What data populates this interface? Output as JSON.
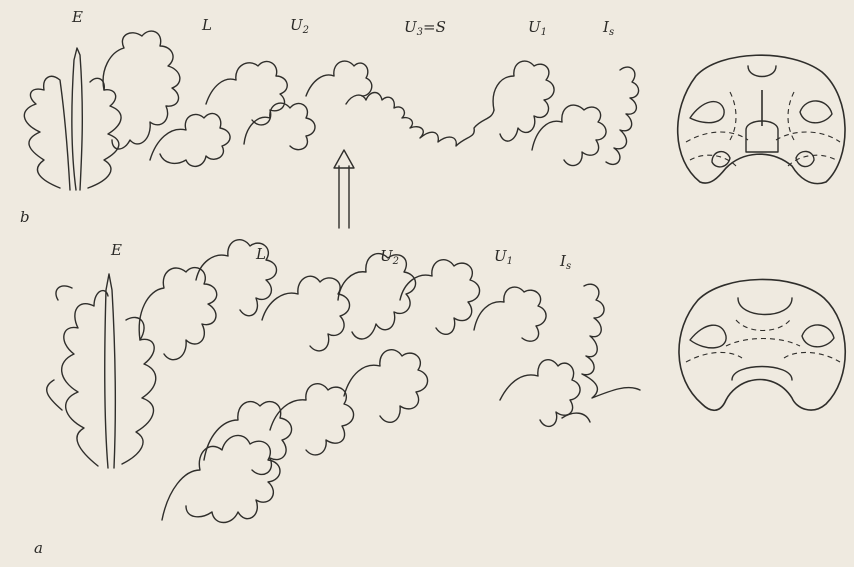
{
  "figure": {
    "panel_top": {
      "panel_label": "b",
      "labels": [
        {
          "id": "E",
          "base": "E",
          "sub": ""
        },
        {
          "id": "L",
          "base": "L",
          "sub": ""
        },
        {
          "id": "U2",
          "base": "U",
          "sub": "2"
        },
        {
          "id": "U3S",
          "base": "U",
          "sub": "3",
          "suffix": "=S"
        },
        {
          "id": "U1",
          "base": "U",
          "sub": "1"
        },
        {
          "id": "Is",
          "base": "I",
          "sub": "s"
        }
      ]
    },
    "panel_bottom": {
      "panel_label": "a",
      "labels": [
        {
          "id": "E",
          "base": "E",
          "sub": ""
        },
        {
          "id": "L",
          "base": "L",
          "sub": ""
        },
        {
          "id": "U2",
          "base": "U",
          "sub": "2"
        },
        {
          "id": "U1",
          "base": "U",
          "sub": "1"
        },
        {
          "id": "Is",
          "base": "I",
          "sub": "s"
        }
      ]
    },
    "arrow_meaning": "",
    "colors": {
      "ink": "#2f2e2b",
      "paper": "#efeae0"
    }
  }
}
